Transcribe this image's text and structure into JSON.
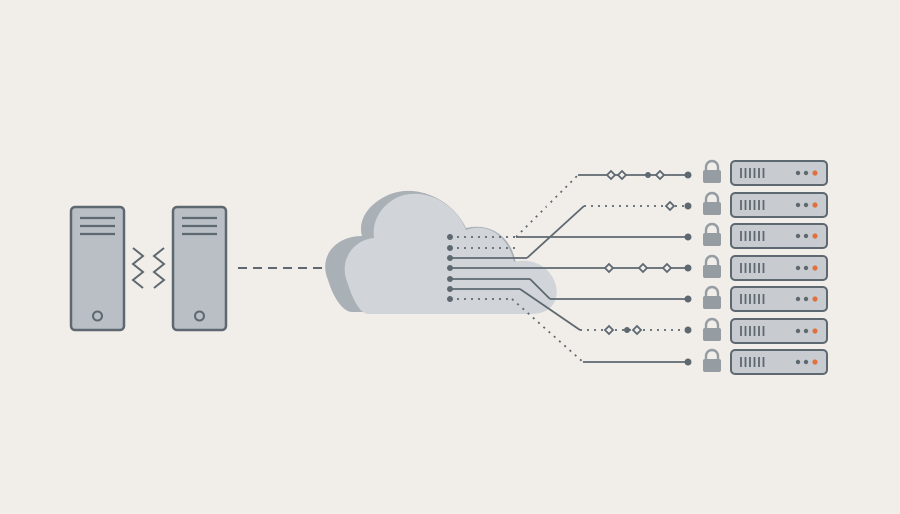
{
  "diagram": {
    "colors": {
      "background": "#f1eeea",
      "device_fill": "#b9bfc4",
      "device_stroke": "#5e6870",
      "line": "#5e6870",
      "cloud_front": "#d1d5d9",
      "cloud_back": "#a9b0b6",
      "lock": "#959ca2",
      "server_unit_fill": "#c8ccd0",
      "led_gray": "#5e6870",
      "led_orange": "#e0703f"
    },
    "icons": {
      "tower_server": "tower-server-icon",
      "signal": "zigzag-signal-icon",
      "cloud": "cloud-icon",
      "lock": "padlock-icon",
      "rack_server": "rack-server-icon"
    },
    "tower_server_count": 2,
    "rack_server_count": 7,
    "connection_count": 7
  }
}
